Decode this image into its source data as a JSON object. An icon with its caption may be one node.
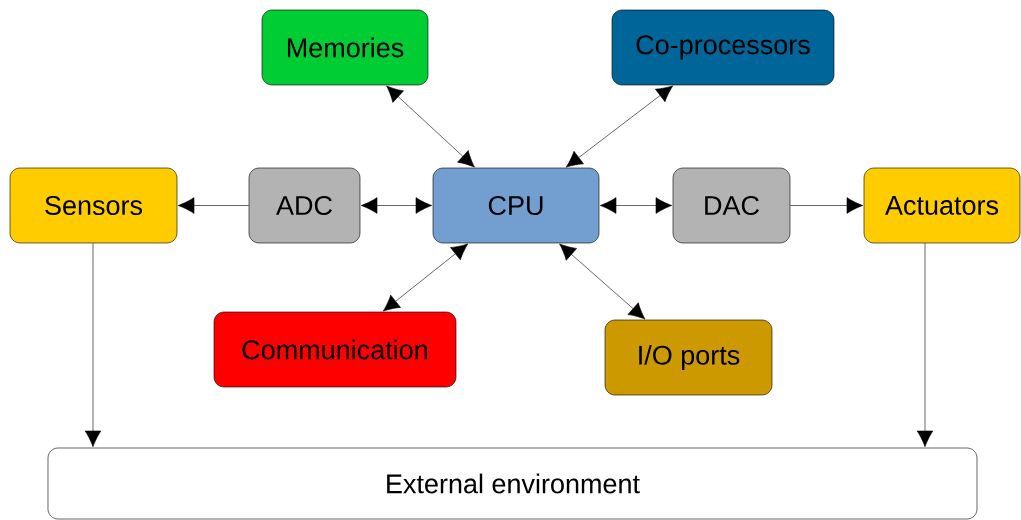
{
  "diagram": {
    "nodes": [
      {
        "text": [
          "Memories"
        ]
      },
      {
        "text": [
          "Co-processors"
        ]
      },
      {
        "text": [
          "Sensors"
        ]
      },
      {
        "text": [
          "ADC"
        ]
      },
      {
        "text": [
          "CPU"
        ]
      },
      {
        "text": [
          "DAC"
        ]
      },
      {
        "text": [
          "Actuators"
        ]
      },
      {
        "text": [
          "Communication"
        ]
      },
      {
        "text": [
          "I/O ports"
        ]
      },
      {
        "text": [
          "External environment"
        ]
      }
    ],
    "edges": [
      {
        "from": 0,
        "to": 4,
        "arrow": "both"
      },
      {
        "from": 1,
        "to": 4,
        "arrow": "both"
      },
      {
        "from": 3,
        "to": 2,
        "arrow": "to"
      },
      {
        "from": 3,
        "to": 4,
        "arrow": "both"
      },
      {
        "from": 4,
        "to": 5,
        "arrow": "both"
      },
      {
        "from": 5,
        "to": 6,
        "arrow": "to"
      },
      {
        "from": 7,
        "to": 4,
        "arrow": "both"
      },
      {
        "from": 8,
        "to": 4,
        "arrow": "both"
      },
      {
        "from": 2,
        "to": 9,
        "arrow": "to"
      },
      {
        "from": 6,
        "to": 9,
        "arrow": "to"
      }
    ]
  }
}
